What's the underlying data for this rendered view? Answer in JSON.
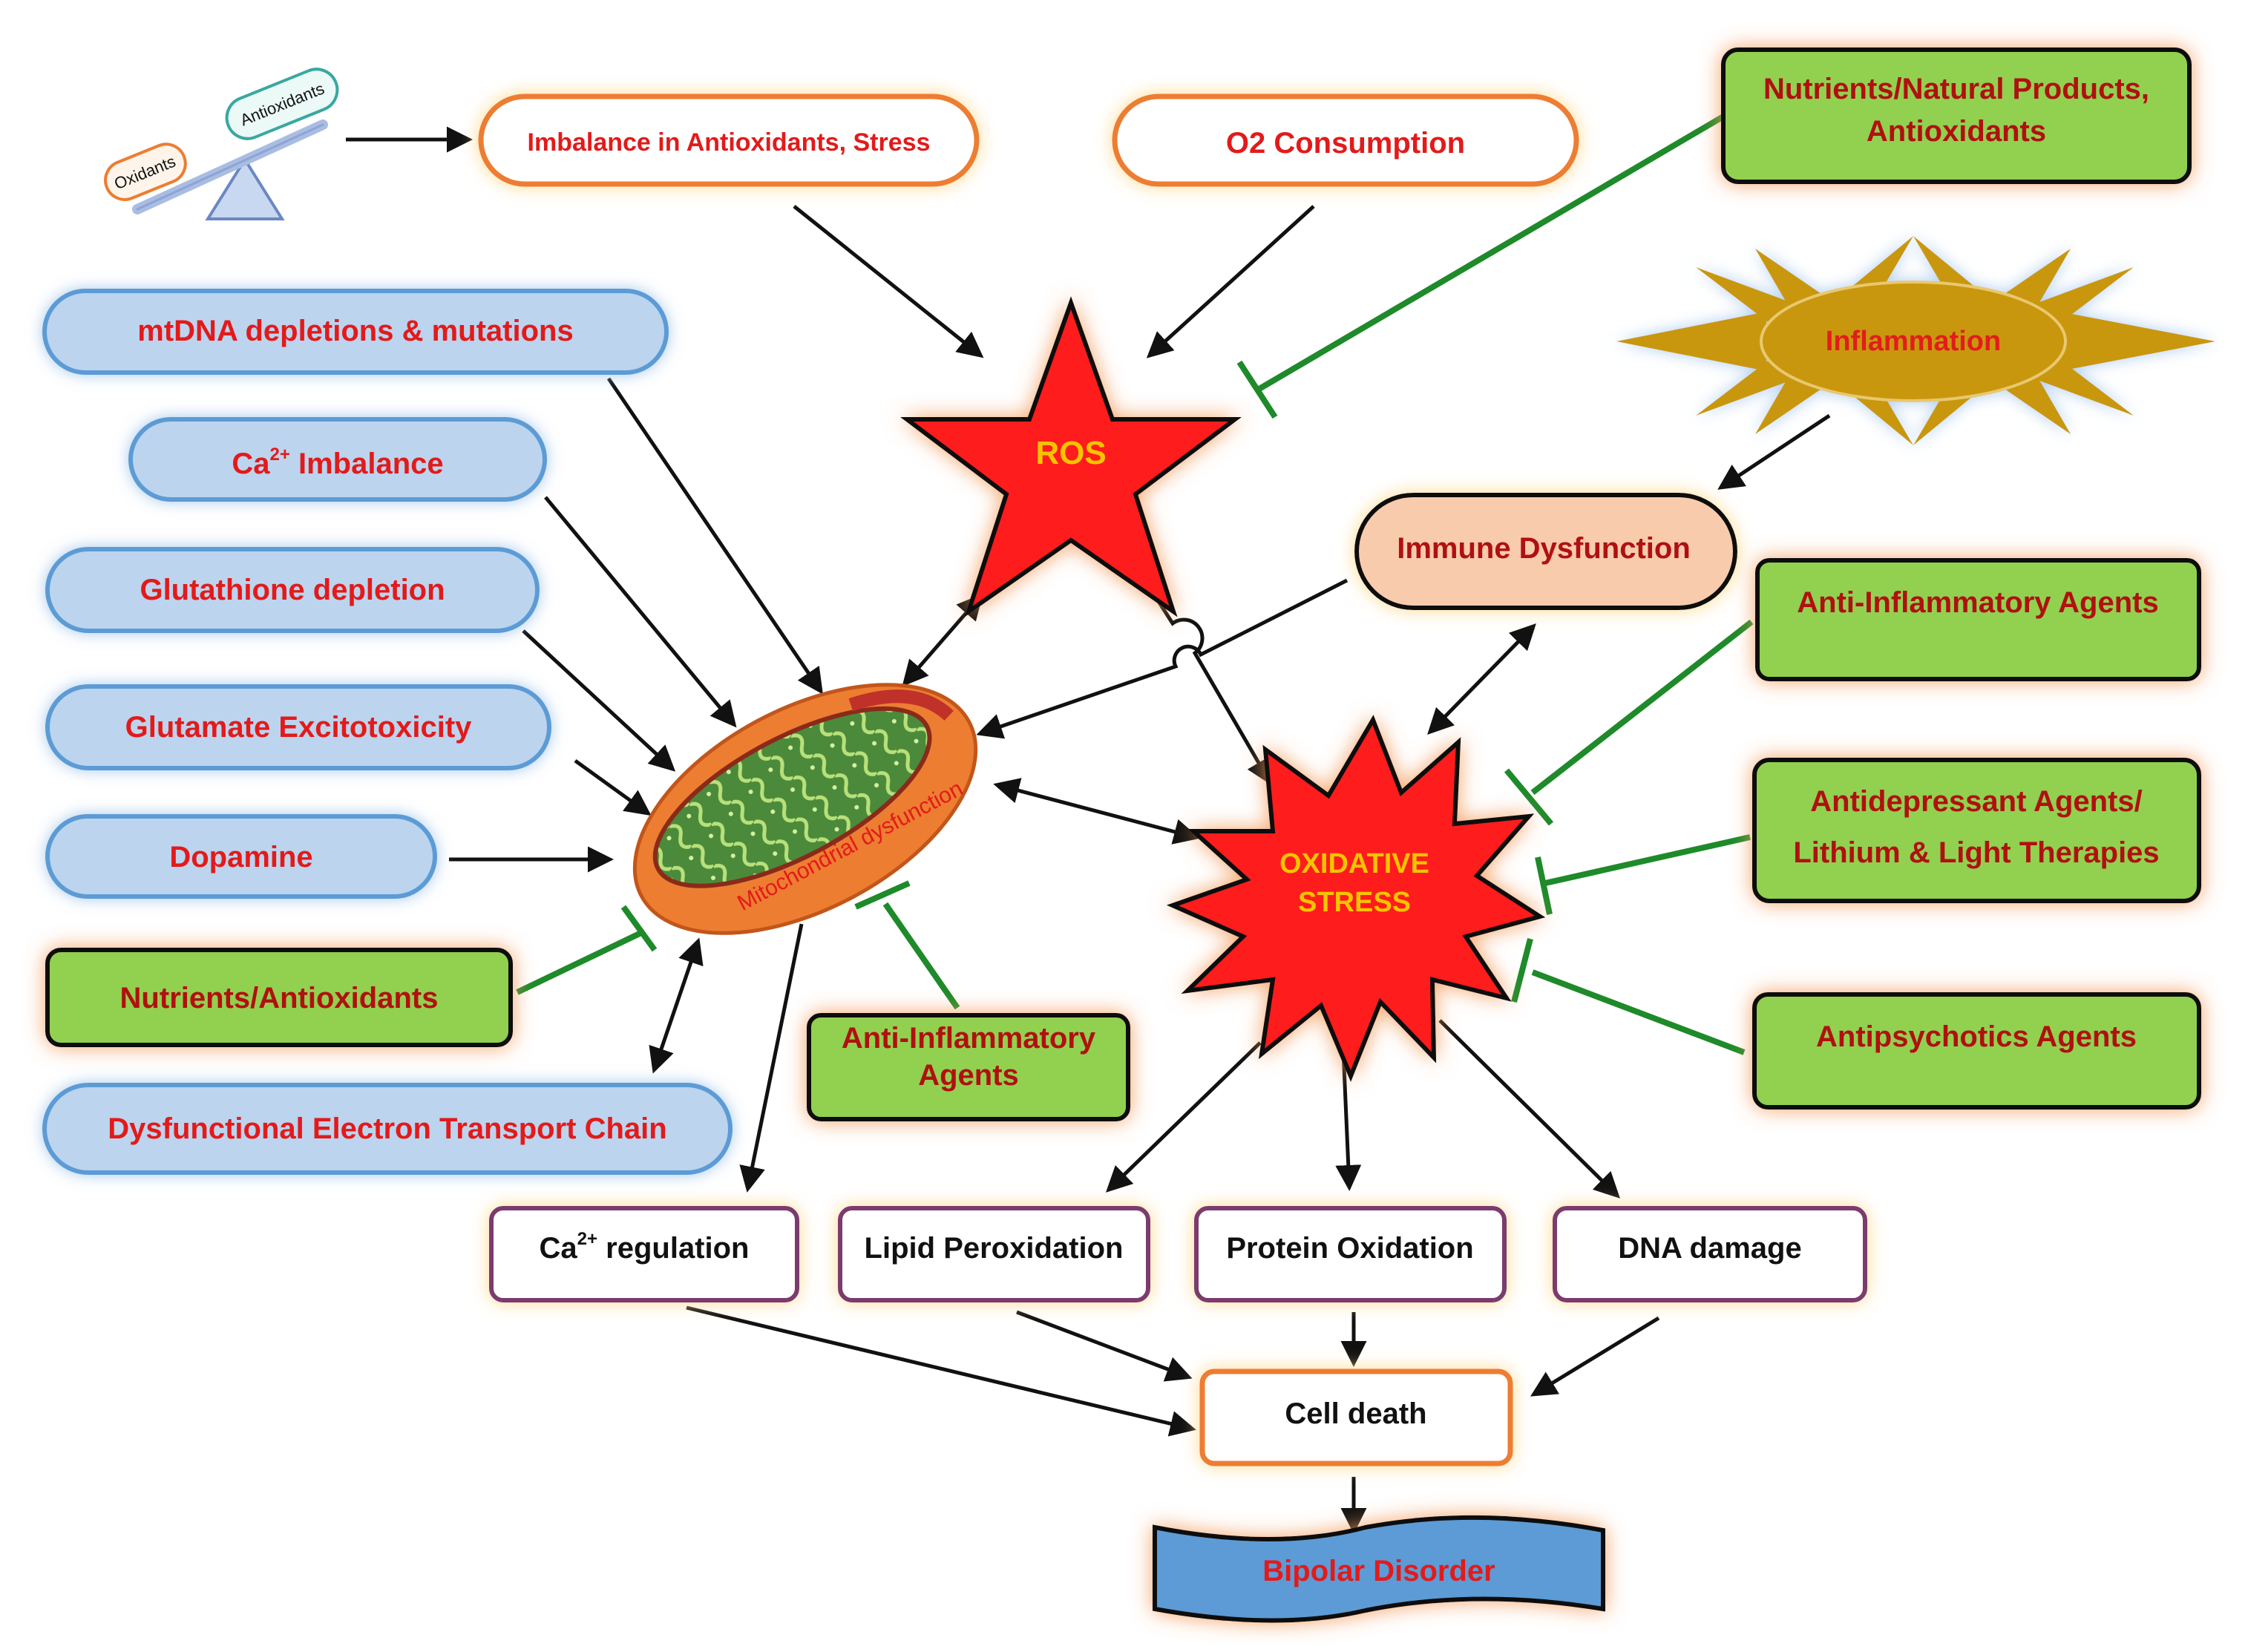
{
  "colors": {
    "blue_fill": "#bcd4ee",
    "blue_border": "#5b9bd5",
    "green_fill": "#92d050",
    "orange_border": "#ed7d31",
    "orange_glow": "#f6b98d",
    "salmon_fill": "#f8cbad",
    "purple_border": "#7b3b6e",
    "star_red": "#ff1a1a",
    "inhibit_green": "#1e8a2a",
    "text_red": "#e31a1a",
    "text_yellow": "#f5c400",
    "sun_gold": "#c9970a",
    "bipolar_blue": "#5b9bd5"
  },
  "scale": {
    "left_label": "Oxidants",
    "right_label": "Antioxidants"
  },
  "nodes": {
    "imbalance": "Imbalance in Antioxidants, Stress",
    "o2": "O2 Consumption",
    "nutrients_top": [
      "Nutrients/Natural Products,",
      "Antioxidants"
    ],
    "ros": "ROS",
    "inflammation": "Inflammation",
    "immune": "Immune Dysfunction",
    "mtdna": "mtDNA depletions & mutations",
    "ca_imbalance": {
      "base": "Ca",
      "sup": "2+",
      "rest": " Imbalance"
    },
    "glutathione": "Glutathione depletion",
    "glutamate": "Glutamate Excitotoxicity",
    "dopamine": "Dopamine",
    "nutrients_left": "Nutrients/Antioxidants",
    "etc": "Dysfunctional Electron Transport Chain",
    "mito_label": "Mitochondrial dysfunction",
    "antiinfl_mid": [
      "Anti-Inflammatory",
      "Agents"
    ],
    "antiinfl_right": "Anti-Inflammatory Agents",
    "antidepressant": [
      "Antidepressant Agents/",
      "Lithium & Light Therapies"
    ],
    "antipsychotics": "Antipsychotics Agents",
    "oxidative": [
      "OXIDATIVE",
      "STRESS"
    ],
    "ca_regulation": {
      "base": "Ca",
      "sup": "2+",
      "rest": " regulation"
    },
    "lipid": "Lipid Peroxidation",
    "protein": "Protein Oxidation",
    "dna": "DNA damage",
    "cell_death": "Cell death",
    "bipolar": "Bipolar Disorder"
  }
}
